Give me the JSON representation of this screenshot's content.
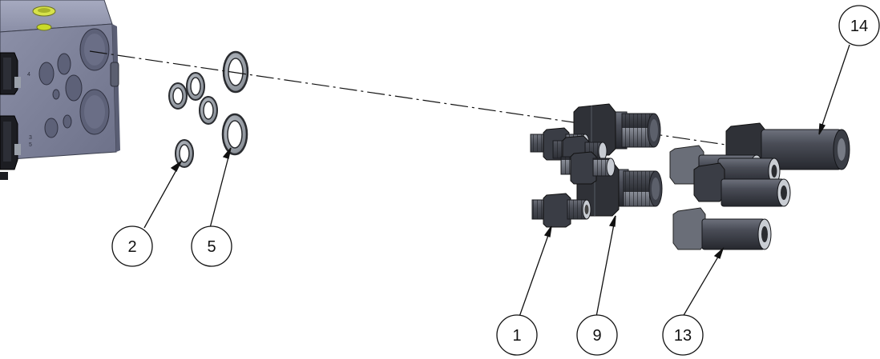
{
  "callouts": [
    {
      "id": "2",
      "label": "2"
    },
    {
      "id": "5",
      "label": "5"
    },
    {
      "id": "1",
      "label": "1"
    },
    {
      "id": "9",
      "label": "9"
    },
    {
      "id": "13",
      "label": "13"
    },
    {
      "id": "14",
      "label": "14"
    }
  ],
  "block_marks": {
    "port_a": "4",
    "port_b": "3",
    "port_c": "5"
  },
  "colors": {
    "block": "#7b7f97",
    "block_light": "#9a9eb6",
    "block_dark": "#4c5066",
    "fitting": "#3a3d45",
    "fitting_light": "#6b6f7a",
    "washer": "#9aa0a8",
    "washer_dark": "#2a2c30",
    "line": "#111111",
    "cap_yellow": "#c9d92a"
  }
}
